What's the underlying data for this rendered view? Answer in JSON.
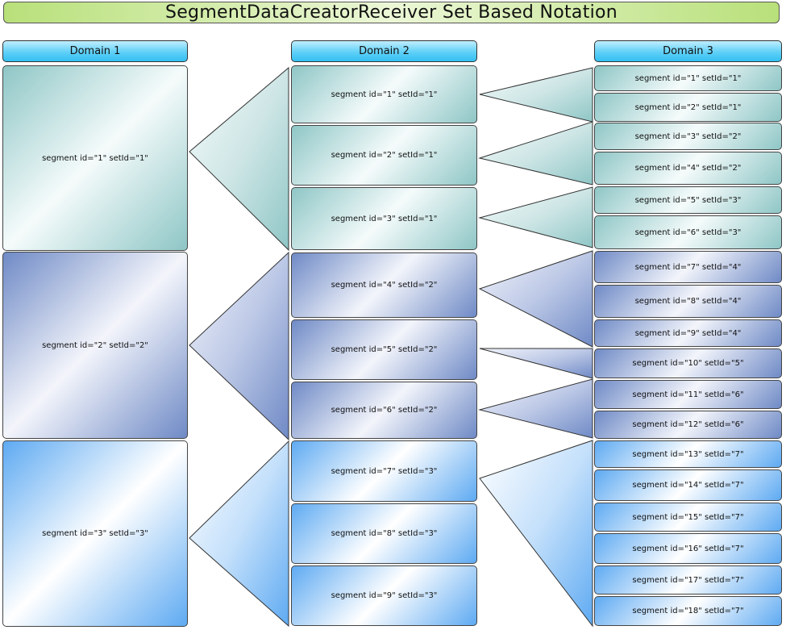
{
  "title": "SegmentDataCreatorReceiver Set Based Notation",
  "domains": [
    {
      "label": "Domain 1"
    },
    {
      "label": "Domain 2"
    },
    {
      "label": "Domain 3"
    }
  ],
  "domain1_segments": [
    {
      "label": "segment id=\"1\" setId=\"1\"",
      "group": 1
    },
    {
      "label": "segment id=\"2\" setId=\"2\"",
      "group": 2
    },
    {
      "label": "segment id=\"3\" setId=\"3\"",
      "group": 3
    }
  ],
  "domain2_segments": [
    {
      "label": "segment id=\"1\" setId=\"1\"",
      "group": 1
    },
    {
      "label": "segment id=\"2\" setId=\"1\"",
      "group": 1
    },
    {
      "label": "segment id=\"3\" setId=\"1\"",
      "group": 1
    },
    {
      "label": "segment id=\"4\" setId=\"2\"",
      "group": 2
    },
    {
      "label": "segment id=\"5\" setId=\"2\"",
      "group": 2
    },
    {
      "label": "segment id=\"6\" setId=\"2\"",
      "group": 2
    },
    {
      "label": "segment id=\"7\" setId=\"3\"",
      "group": 3
    },
    {
      "label": "segment id=\"8\" setId=\"3\"",
      "group": 3
    },
    {
      "label": "segment id=\"9\" setId=\"3\"",
      "group": 3
    }
  ],
  "domain3_segments": [
    {
      "label": "segment id=\"1\" setId=\"1\"",
      "group": 1
    },
    {
      "label": "segment id=\"2\" setId=\"1\"",
      "group": 1
    },
    {
      "label": "segment id=\"3\" setId=\"2\"",
      "group": 1
    },
    {
      "label": "segment id=\"4\" setId=\"2\"",
      "group": 1
    },
    {
      "label": "segment id=\"5\" setId=\"3\"",
      "group": 1
    },
    {
      "label": "segment id=\"6\" setId=\"3\"",
      "group": 1
    },
    {
      "label": "segment id=\"7\" setId=\"4\"",
      "group": 2
    },
    {
      "label": "segment id=\"8\" setId=\"4\"",
      "group": 2
    },
    {
      "label": "segment id=\"9\" setId=\"4\"",
      "group": 2
    },
    {
      "label": "segment id=\"10\" setId=\"5\"",
      "group": 2
    },
    {
      "label": "segment id=\"11\" setId=\"6\"",
      "group": 2
    },
    {
      "label": "segment id=\"12\" setId=\"6\"",
      "group": 2
    },
    {
      "label": "segment id=\"13\" setId=\"7\"",
      "group": 3
    },
    {
      "label": "segment id=\"14\" setId=\"7\"",
      "group": 3
    },
    {
      "label": "segment id=\"15\" setId=\"7\"",
      "group": 3
    },
    {
      "label": "segment id=\"16\" setId=\"7\"",
      "group": 3
    },
    {
      "label": "segment id=\"17\" setId=\"7\"",
      "group": 3
    },
    {
      "label": "segment id=\"18\" setId=\"7\"",
      "group": 3
    }
  ],
  "colors": {
    "group1": "#8fc6c6",
    "group2": "#6f8ac6",
    "group3": "#5eaaf2",
    "header": "#4fcaf5",
    "title": "#b8e07a"
  }
}
